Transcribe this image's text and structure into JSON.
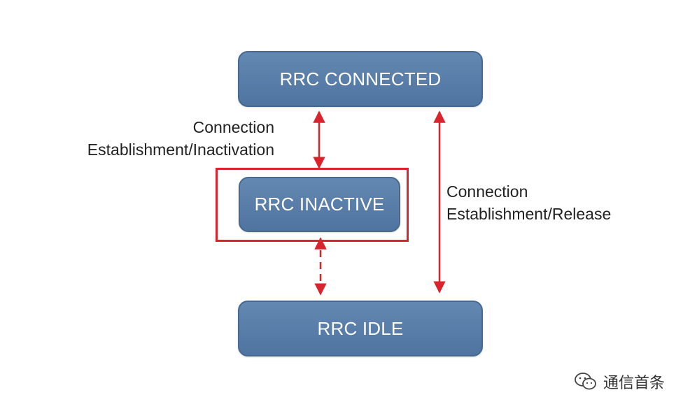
{
  "states": {
    "connected": "RRC CONNECTED",
    "inactive": "RRC INACTIVE",
    "idle": "RRC IDLE"
  },
  "transitions": {
    "connected_inactive": [
      "Connection",
      "Establishment/Inactivation"
    ],
    "connected_idle": [
      "Connection",
      "Establishment/Release"
    ]
  },
  "watermark": {
    "text": "通信首条",
    "icon": "wechat-icon"
  },
  "colors": {
    "state_fill": "#5b7fa8",
    "arrow": "#d9232d",
    "highlight": "#d9232d"
  }
}
